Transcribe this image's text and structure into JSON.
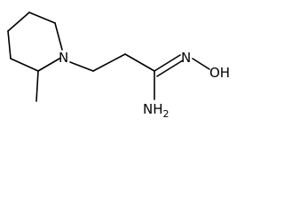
{
  "molecule": {
    "atoms": {
      "ring_nitrogen": "N",
      "oxime_group": "N",
      "hydroxyl": "OH",
      "amine": "NH"
    },
    "subscripts": {
      "amine_h_count": "2"
    },
    "colors": {
      "bond": "#000000",
      "label": "#000000",
      "background": "#ffffff"
    }
  }
}
